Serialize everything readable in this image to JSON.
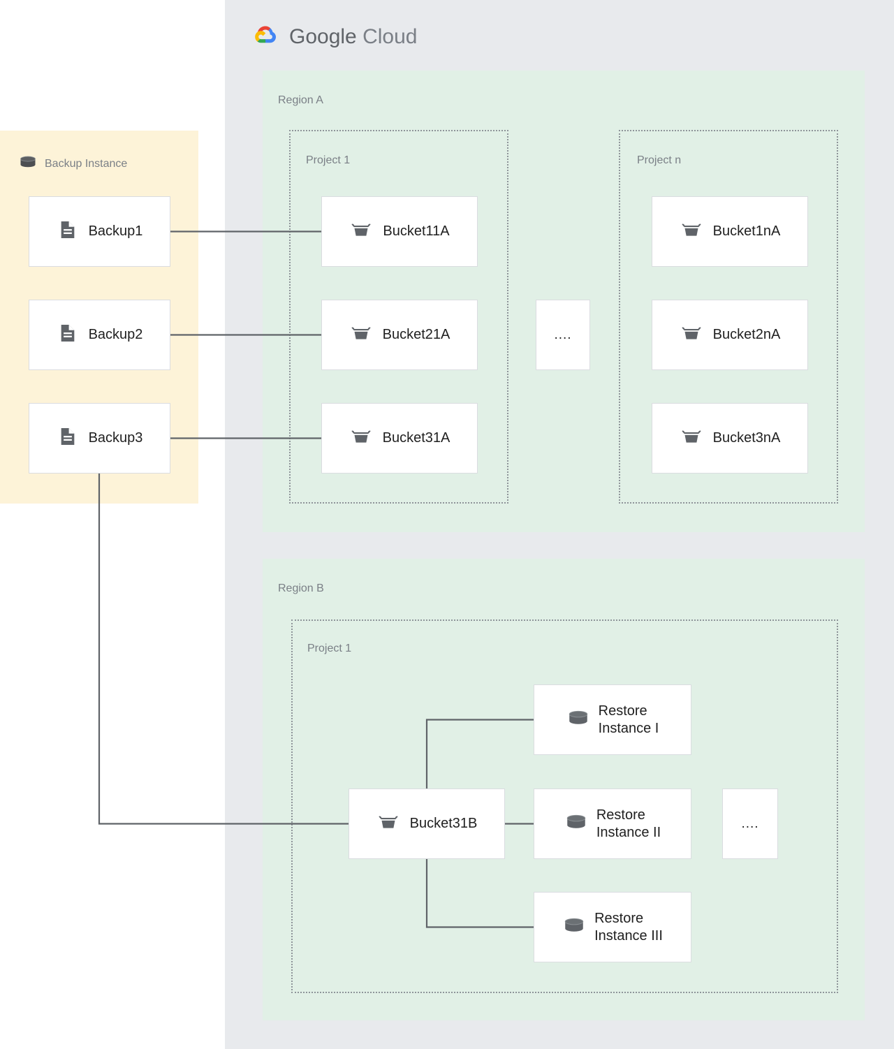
{
  "brand": {
    "name_bold": "Google",
    "name_light": "Cloud",
    "logo_icon": "google-cloud-logo",
    "panel_color": "#e8eaed",
    "region_color": "#e1f0e6",
    "backup_panel_color": "#fdf3d8",
    "card_border_color": "#dadce0",
    "connector_color": "#5f6368",
    "label_color": "#7a7f86"
  },
  "backup_instance": {
    "title": "Backup Instance",
    "icon": "database-cylinder-icon",
    "items": [
      {
        "label": "Backup1",
        "icon": "document-icon"
      },
      {
        "label": "Backup2",
        "icon": "document-icon"
      },
      {
        "label": "Backup3",
        "icon": "document-icon"
      }
    ]
  },
  "regions": [
    {
      "label": "Region A",
      "projects": [
        {
          "label": "Project 1",
          "items": [
            {
              "label": "Bucket11A",
              "icon": "storage-bucket-icon"
            },
            {
              "label": "Bucket21A",
              "icon": "storage-bucket-icon"
            },
            {
              "label": "Bucket31A",
              "icon": "storage-bucket-icon"
            }
          ]
        },
        {
          "label": "Project n",
          "items": [
            {
              "label": "Bucket1nA",
              "icon": "storage-bucket-icon"
            },
            {
              "label": "Bucket2nA",
              "icon": "storage-bucket-icon"
            },
            {
              "label": "Bucket3nA",
              "icon": "storage-bucket-icon"
            }
          ]
        }
      ],
      "ellipsis": "...."
    },
    {
      "label": "Region B",
      "projects": [
        {
          "label": "Project 1",
          "items": [
            {
              "label": "Bucket31B",
              "icon": "storage-bucket-icon"
            },
            {
              "label": "Restore\nInstance I",
              "icon": "database-cylinder-icon"
            },
            {
              "label": "Restore\nInstance II",
              "icon": "database-cylinder-icon"
            },
            {
              "label": "Restore\nInstance III",
              "icon": "database-cylinder-icon"
            }
          ]
        }
      ],
      "ellipsis": "...."
    }
  ]
}
